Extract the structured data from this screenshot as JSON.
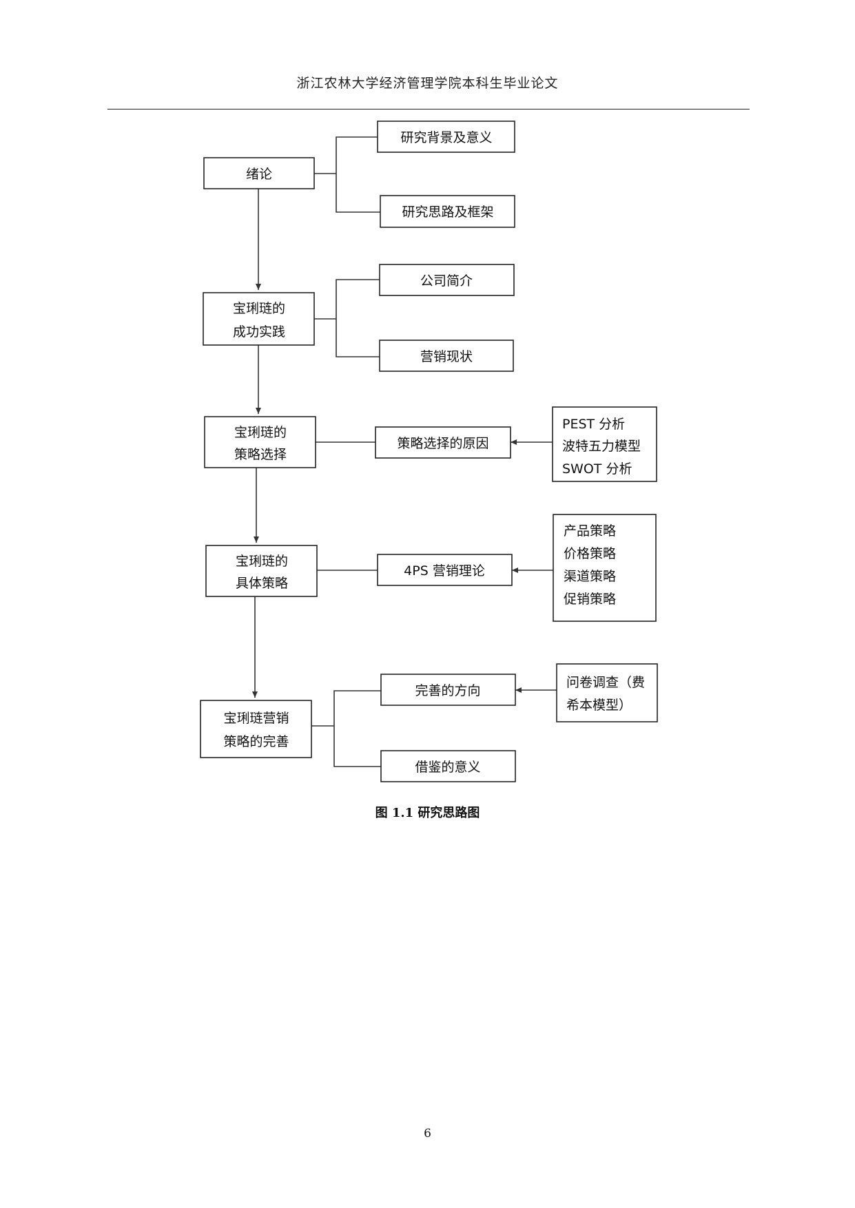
{
  "header": {
    "title": "浙江农林大学经济管理学院本科生毕业论文"
  },
  "diagram": {
    "main": [
      [
        "绪论"
      ],
      [
        "宝琍琏的",
        "成功实践"
      ],
      [
        "宝琍琏的",
        "策略选择"
      ],
      [
        "宝琍琏的",
        "具体策略"
      ],
      [
        "宝琍琏营销",
        "策略的完善"
      ]
    ],
    "branches": [
      [
        "研究背景及意义"
      ],
      [
        "研究思路及框架"
      ],
      [
        "公司简介"
      ],
      [
        "营销现状"
      ],
      [
        "策略选择的原因"
      ],
      [
        "4PS 营销理论"
      ],
      [
        "完善的方向"
      ],
      [
        "借鉴的意义"
      ]
    ],
    "sources": [
      [
        "PEST 分析",
        "波特五力模型",
        "SWOT 分析"
      ],
      [
        "产品策略",
        "价格策略",
        "渠道策略",
        "促销策略"
      ],
      [
        "问卷调查（费",
        "希本模型）"
      ]
    ]
  },
  "caption": "图 1.1 研究思路图",
  "page_number": "6"
}
